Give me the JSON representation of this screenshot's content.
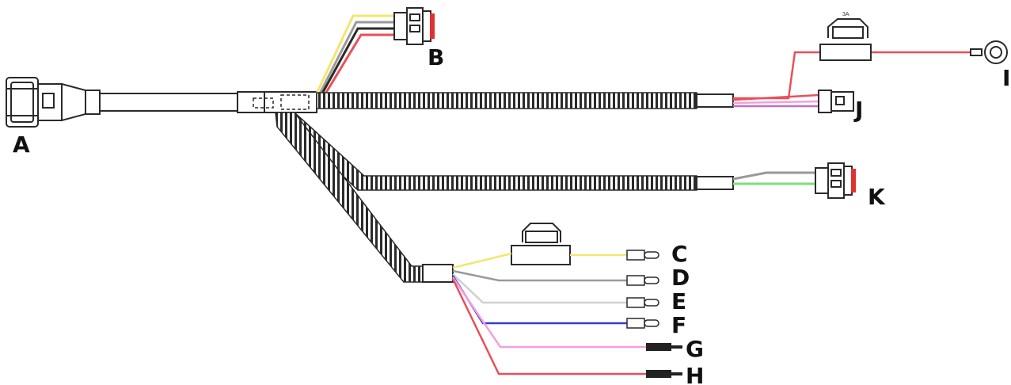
{
  "labels": {
    "A": "A",
    "B": "B",
    "C": "C",
    "D": "D",
    "E": "E",
    "F": "F",
    "G": "G",
    "H": "H",
    "I": "I",
    "J": "J",
    "K": "K"
  },
  "fuse_top_rating": "3A",
  "colors": {
    "outline": "#2a2a2a",
    "yellow": "#f4e66c",
    "red": "#e8505a",
    "pink": "#f2a0dc",
    "green": "#7ddf7a",
    "blue": "#3a3ad8",
    "grey": "#9a9a9a",
    "light_grey": "#d0d0d0"
  },
  "icons": [
    "main-connector-icon",
    "fuse-holder-icon",
    "ring-terminal-icon",
    "weatherproof-connector-icon",
    "bullet-terminal-icon",
    "pin-terminal-icon"
  ]
}
